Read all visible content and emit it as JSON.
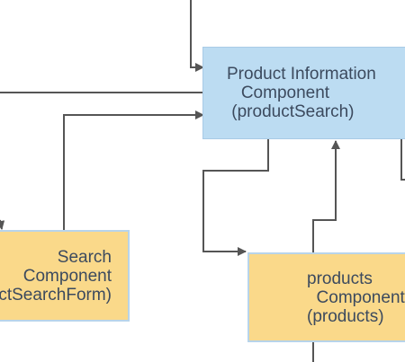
{
  "diagram": {
    "nodes": {
      "product_information": {
        "lines": [
          "Product Information",
          "   Component",
          " (productSearch)"
        ]
      },
      "search_form": {
        "lines": [
          "Search",
          "Component",
          "(productSearchForm)"
        ]
      },
      "products_list": {
        "lines": [
          "products",
          "  Component",
          "(products)"
        ]
      }
    },
    "edges": [
      {
        "from": "outside-top",
        "to": "product_information"
      },
      {
        "from": "product_information",
        "to": "outside-left"
      },
      {
        "from": "search_form",
        "to": "product_information"
      },
      {
        "from": "product_information",
        "to": "products_list"
      },
      {
        "from": "products_list",
        "to": "product_information"
      },
      {
        "from": "outside-left",
        "to": "search_form"
      },
      {
        "from": "product_information",
        "to": "outside-right"
      },
      {
        "from": "products_list",
        "to": "outside-bottom"
      }
    ],
    "colors": {
      "info_fill": "#bcdcf2",
      "component_fill": "#fad98a",
      "arrow": "#555555",
      "text": "#3c4a5e"
    }
  }
}
